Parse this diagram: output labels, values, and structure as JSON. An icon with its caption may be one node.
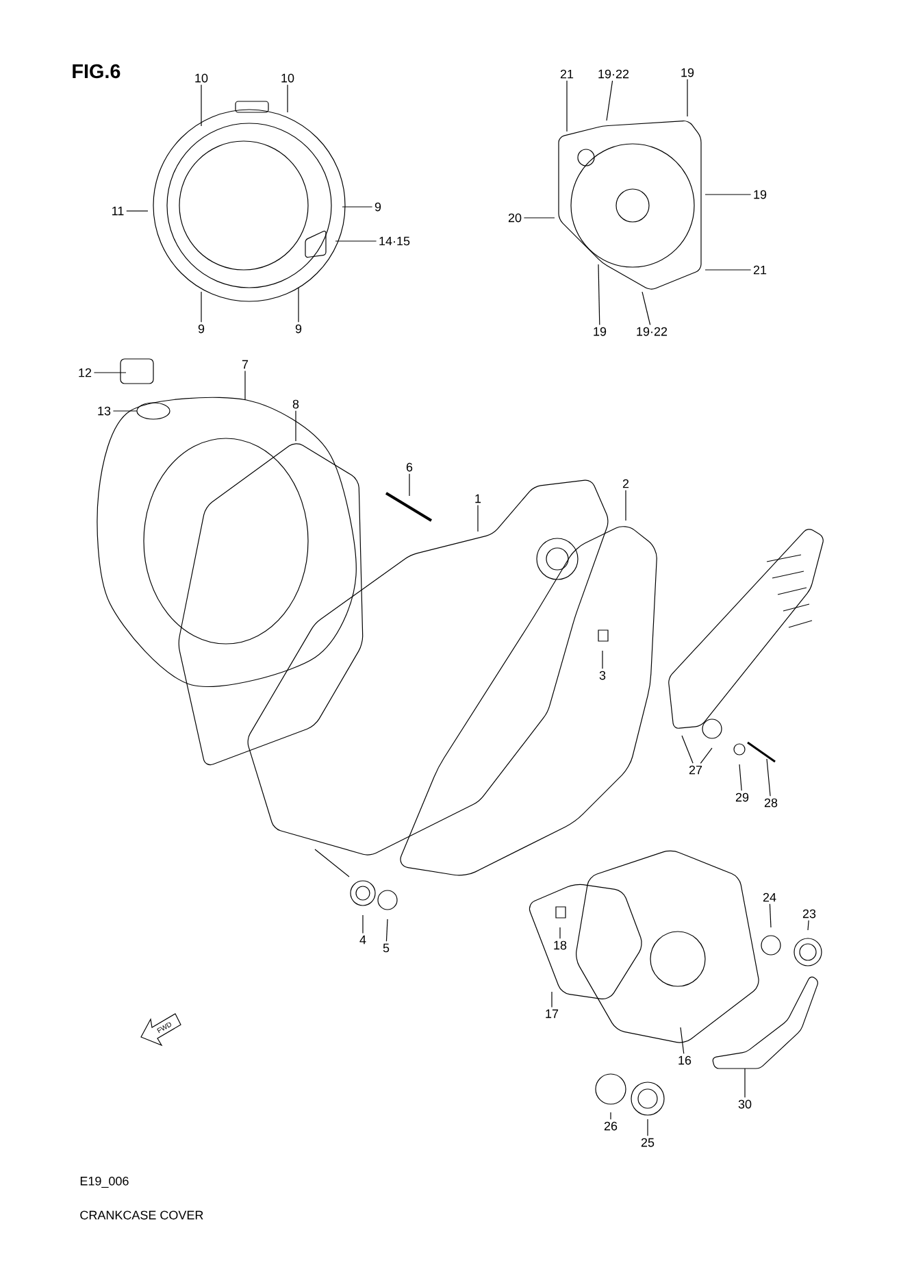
{
  "diagram": {
    "title": "FIG.6",
    "caption": "CRANKCASE COVER",
    "nodes": [
      {
        "text": [
          "10"
        ]
      },
      {
        "text": [
          "10"
        ]
      },
      {
        "text": [
          "21"
        ]
      },
      {
        "text": [
          "19·22"
        ]
      },
      {
        "text": [
          "19"
        ]
      },
      {
        "text": [
          "11"
        ]
      },
      {
        "text": [
          "9"
        ]
      },
      {
        "text": [
          "19"
        ]
      },
      {
        "text": [
          "20"
        ]
      },
      {
        "text": [
          "14·15"
        ]
      },
      {
        "text": [
          "21"
        ]
      },
      {
        "text": [
          "9"
        ]
      },
      {
        "text": [
          "9"
        ]
      },
      {
        "text": [
          "19"
        ]
      },
      {
        "text": [
          "19·22"
        ]
      },
      {
        "text": [
          "12"
        ]
      },
      {
        "text": [
          "7"
        ]
      },
      {
        "text": [
          "13"
        ]
      },
      {
        "text": [
          "8"
        ]
      },
      {
        "text": [
          "6"
        ]
      },
      {
        "text": [
          "1"
        ]
      },
      {
        "text": [
          "2"
        ]
      },
      {
        "text": [
          "3"
        ]
      },
      {
        "text": [
          "27"
        ]
      },
      {
        "text": [
          "29"
        ]
      },
      {
        "text": [
          "28"
        ]
      },
      {
        "text": [
          "4"
        ]
      },
      {
        "text": [
          "5"
        ]
      },
      {
        "text": [
          "24"
        ]
      },
      {
        "text": [
          "23"
        ]
      },
      {
        "text": [
          "18"
        ]
      },
      {
        "text": [
          "17"
        ]
      },
      {
        "text": [
          "16"
        ]
      },
      {
        "text": [
          "30"
        ]
      },
      {
        "text": [
          "26"
        ]
      },
      {
        "text": [
          "25"
        ]
      }
    ],
    "edges": [
      {
        "from": 0,
        "to": null,
        "arrow": "none"
      },
      {
        "from": 1,
        "to": null,
        "arrow": "none"
      },
      {
        "from": 2,
        "to": null,
        "arrow": "none"
      },
      {
        "from": 3,
        "to": null,
        "arrow": "none"
      },
      {
        "from": 4,
        "to": null,
        "arrow": "none"
      },
      {
        "from": 5,
        "to": null,
        "arrow": "none"
      },
      {
        "from": 6,
        "to": null,
        "arrow": "none"
      },
      {
        "from": 7,
        "to": null,
        "arrow": "none"
      },
      {
        "from": 8,
        "to": null,
        "arrow": "none"
      },
      {
        "from": 9,
        "to": null,
        "arrow": "none"
      },
      {
        "from": 10,
        "to": null,
        "arrow": "none"
      },
      {
        "from": 11,
        "to": null,
        "arrow": "none"
      },
      {
        "from": 12,
        "to": null,
        "arrow": "none"
      },
      {
        "from": 13,
        "to": null,
        "arrow": "none"
      },
      {
        "from": 14,
        "to": null,
        "arrow": "none"
      },
      {
        "from": 15,
        "to": null,
        "arrow": "none"
      },
      {
        "from": 16,
        "to": null,
        "arrow": "none"
      },
      {
        "from": 17,
        "to": null,
        "arrow": "none"
      },
      {
        "from": 18,
        "to": null,
        "arrow": "none"
      },
      {
        "from": 19,
        "to": null,
        "arrow": "none"
      },
      {
        "from": 20,
        "to": null,
        "arrow": "none"
      },
      {
        "from": 21,
        "to": null,
        "arrow": "none"
      },
      {
        "from": 22,
        "to": null,
        "arrow": "none"
      },
      {
        "from": 23,
        "to": null,
        "arrow": "none"
      },
      {
        "from": 23,
        "to": null,
        "arrow": "none"
      },
      {
        "from": 24,
        "to": null,
        "arrow": "none"
      },
      {
        "from": 25,
        "to": null,
        "arrow": "none"
      },
      {
        "from": 26,
        "to": null,
        "arrow": "none"
      },
      {
        "from": 27,
        "to": null,
        "arrow": "none"
      },
      {
        "from": 28,
        "to": null,
        "arrow": "none"
      },
      {
        "from": 29,
        "to": null,
        "arrow": "none"
      },
      {
        "from": 30,
        "to": null,
        "arrow": "none"
      },
      {
        "from": 31,
        "to": null,
        "arrow": "none"
      },
      {
        "from": 32,
        "to": null,
        "arrow": "none"
      },
      {
        "from": 33,
        "to": null,
        "arrow": "none"
      },
      {
        "from": 34,
        "to": null,
        "arrow": "none"
      },
      {
        "from": 35,
        "to": null,
        "arrow": "none"
      }
    ],
    "labels": [
      "FWD",
      "E19_006"
    ]
  }
}
